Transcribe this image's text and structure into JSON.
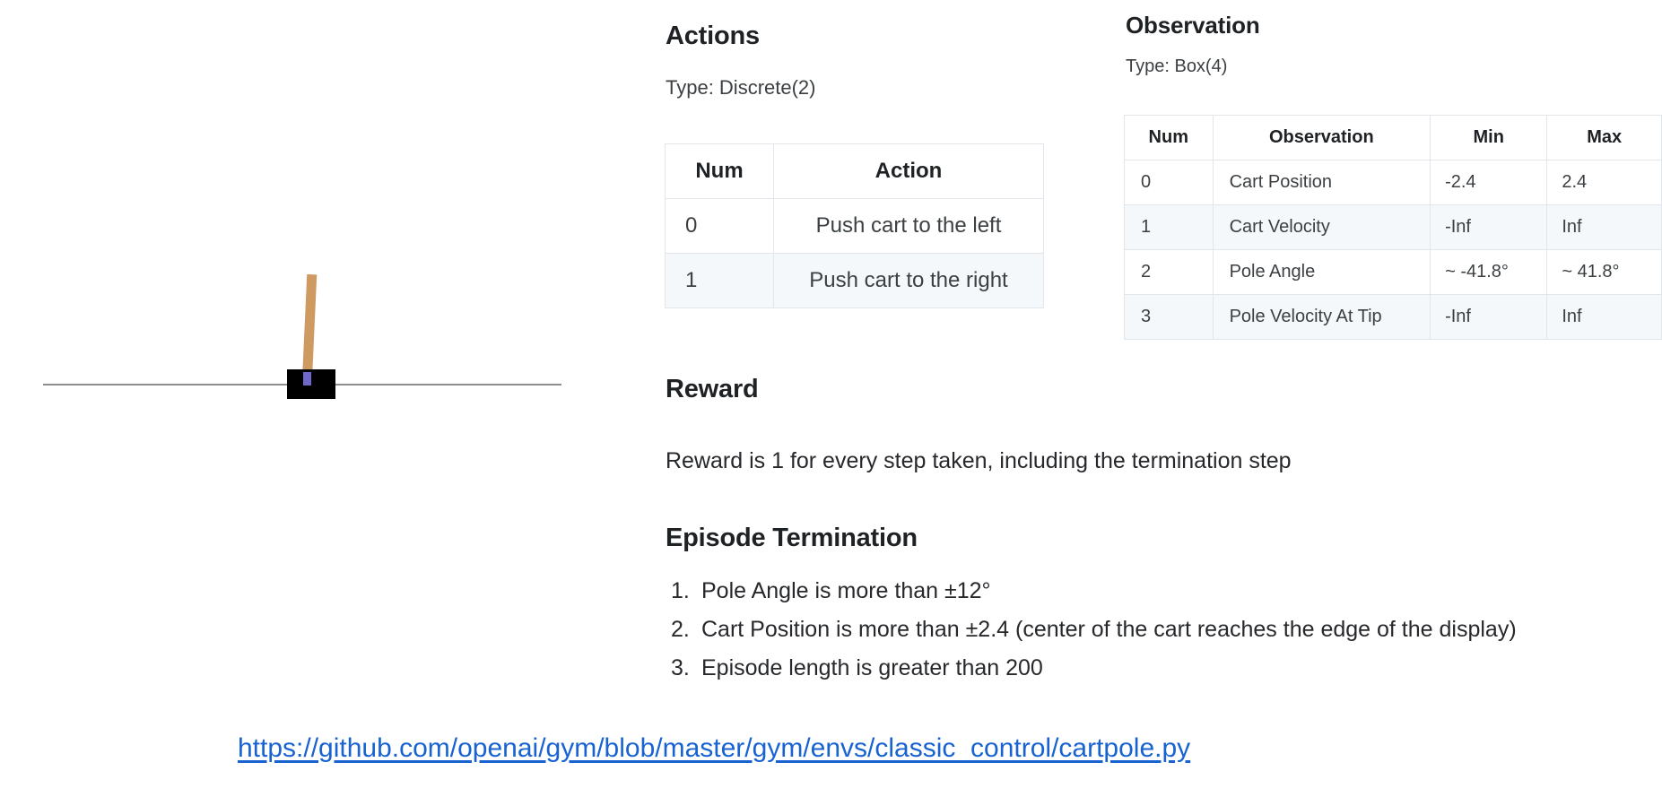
{
  "figure": {
    "name": "cartpole-illustration",
    "cart_color": "#000000",
    "pole_color": "#cf9a61",
    "axle_color": "#6f68c8",
    "track_color": "#8d8d8f"
  },
  "actions": {
    "heading": "Actions",
    "type_line": "Type: Discrete(2)",
    "table": {
      "headers": [
        "Num",
        "Action"
      ],
      "rows": [
        {
          "num": "0",
          "action": "Push cart to the left"
        },
        {
          "num": "1",
          "action": "Push cart to the right"
        }
      ]
    }
  },
  "observation": {
    "heading": "Observation",
    "type_line": "Type: Box(4)",
    "table": {
      "headers": [
        "Num",
        "Observation",
        "Min",
        "Max"
      ],
      "rows": [
        {
          "num": "0",
          "observation": "Cart Position",
          "min": "-2.4",
          "max": "2.4"
        },
        {
          "num": "1",
          "observation": "Cart Velocity",
          "min": "-Inf",
          "max": "Inf"
        },
        {
          "num": "2",
          "observation": "Pole Angle",
          "min": "~ -41.8°",
          "max": "~ 41.8°"
        },
        {
          "num": "3",
          "observation": "Pole Velocity At Tip",
          "min": "-Inf",
          "max": "Inf"
        }
      ]
    }
  },
  "reward": {
    "heading": "Reward",
    "text": "Reward is 1 for every step taken, including the termination step"
  },
  "termination": {
    "heading": "Episode Termination",
    "items": [
      {
        "number": "1.",
        "text": "Pole Angle is more than ±12°"
      },
      {
        "number": "2.",
        "text": "Cart Position is more than ±2.4 (center of the cart reaches the edge of the display)"
      },
      {
        "number": "3.",
        "text": "Episode length is greater than 200"
      }
    ]
  },
  "link": {
    "label": "https://github.com/openai/gym/blob/master/gym/envs/classic_control/cartpole.py",
    "color": "#1863d1"
  }
}
